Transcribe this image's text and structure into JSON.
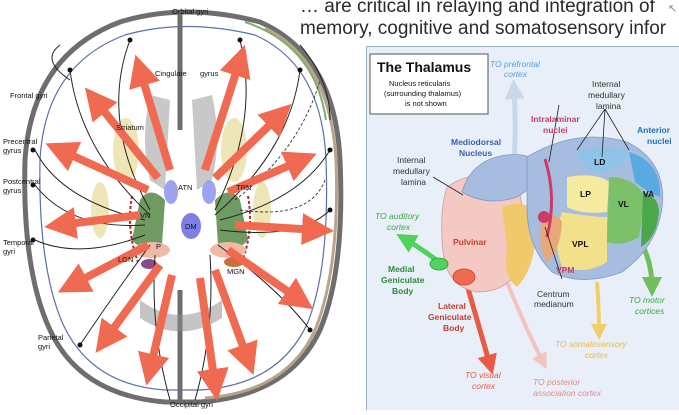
{
  "slide": {
    "heading_line1": "… are critical in relaying and integration of",
    "heading_line2": "memory, cognitive and somatosensory infor"
  },
  "brain": {
    "labels": {
      "orbital_gyri": "Orbital gyri",
      "cingulate_gyrus_left": "Cingulate",
      "cingulate_gyrus_right": "gyrus",
      "frontal_gyri": "Frontal gyri",
      "precentral_1": "Precentral",
      "precentral_2": "gyrus",
      "postcentral_1": "Postcentral",
      "postcentral_2": "gyrus",
      "temporal_1": "Temporal",
      "temporal_2": "gyri",
      "parietal_1": "Parietal",
      "parietal_2": "gyri",
      "occipital_gyri": "Occipital gyri",
      "striatum": "Striatum",
      "atn": "ATN",
      "trn": "TRN",
      "dm": "DM",
      "vn": "VN",
      "p": "P",
      "lgn": "LGN",
      "mgn": "MGN"
    },
    "colors": {
      "arrow": "#f06a52",
      "outline": "#6e6e6e",
      "vn": "#6f9a62",
      "dm": "#7d7fe6",
      "pulvinar": "#f0b9a6",
      "striatum": "#efe6b8"
    }
  },
  "thalamus": {
    "title": "The Thalamus",
    "note_line1": "Nucleus reticularis",
    "note_line2": "(surrounding thalamus)",
    "note_line3": "is not shown",
    "to_prefrontal_1": "TO prefrontal",
    "to_prefrontal_2": "cortex",
    "internal_lamina_right_1": "Internal",
    "internal_lamina_right_2": "medullary",
    "internal_lamina_right_3": "lamina",
    "intralaminar_1": "Intralaminar",
    "intralaminar_2": "nuclei",
    "mediodorsal_1": "Mediodorsal",
    "mediodorsal_2": "Nucleus",
    "anterior_1": "Anterior",
    "anterior_2": "nuclei",
    "internal_lamina_left_1": "Internal",
    "internal_lamina_left_2": "medullary",
    "internal_lamina_left_3": "lamina",
    "ld": "LD",
    "lp": "LP",
    "vl": "VL",
    "va": "VA",
    "vpl": "VPL",
    "to_auditory_1": "TO auditory",
    "to_auditory_2": "cortex",
    "pulvinar": "Pulvinar",
    "medial_geniculate_1": "Medial",
    "medial_geniculate_2": "Geniculate",
    "medial_geniculate_3": "Body",
    "vpm": "VPM",
    "centrum_1": "Centrum",
    "centrum_2": "medianum",
    "lateral_geniculate_1": "Lateral",
    "lateral_geniculate_2": "Geniculate",
    "lateral_geniculate_3": "Body",
    "to_motor_1": "TO motor",
    "to_motor_2": "cortices",
    "to_somatosensory_1": "TO somatosensory",
    "to_somatosensory_2": "cortex",
    "to_visual_1": "TO visual",
    "to_visual_2": "cortex",
    "to_posterior_1": "TO posterior",
    "to_posterior_2": "association cortex",
    "colors": {
      "pulvinar": "#f4c9c4",
      "mediodorsal": "#a7bde0",
      "anterior": "#8fc3e8",
      "vl": "#7cc06a",
      "vpl": "#f3e08a",
      "lp": "#f6e9a0",
      "intralaminar": "#cc3a6a",
      "mgb": "#4fd35a",
      "lgb": "#f06a52"
    }
  }
}
